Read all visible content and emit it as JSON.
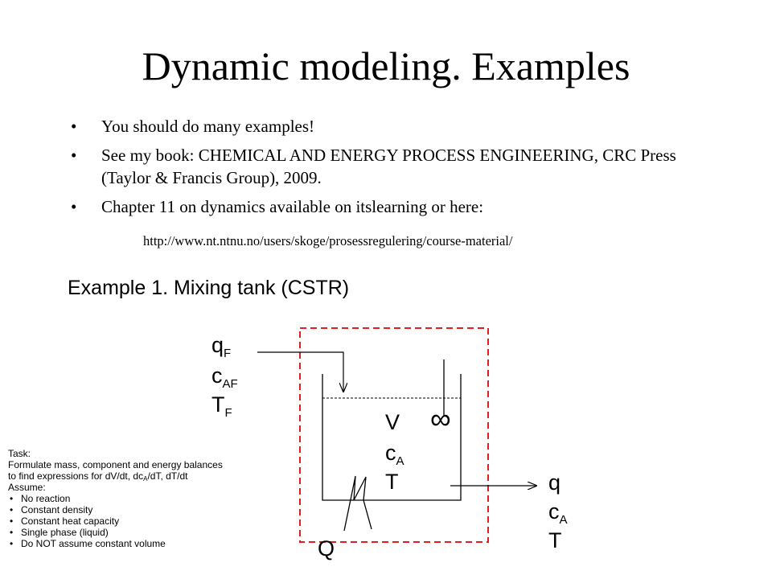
{
  "slide": {
    "title": "Dynamic modeling. Examples",
    "bullets": [
      "You should do many examples!",
      "See my book: CHEMICAL AND ENERGY PROCESS ENGINEERING, CRC Press (Taylor & Francis Group), 2009.",
      "Chapter 11 on dynamics available on itslearning or here:"
    ],
    "url": "http://www.nt.ntnu.no/users/skoge/prosessregulering/course-material/",
    "example_heading": "Example 1. Mixing tank (CSTR)"
  },
  "diagram": {
    "inlet": {
      "q": "q",
      "q_sub": "F",
      "c": "c",
      "c_sub": "AF",
      "t": "T",
      "t_sub": "F"
    },
    "tank": {
      "v": "V",
      "c": "c",
      "c_sub": "A",
      "t": "T",
      "mixer_symbol": "∞"
    },
    "outlet": {
      "q": "q",
      "c": "c",
      "c_sub": "A",
      "t": "T"
    },
    "heat": "Q",
    "boundary_color": "#e02020"
  },
  "task": {
    "heading": "Task:",
    "line1": "Formulate mass, component and energy balances",
    "line2_a": "to find expressions for dV/dt, dc",
    "line2_sub": "A",
    "line2_b": "/dT, dT/dt",
    "assume": "Assume:",
    "assumptions": [
      "No reaction",
      "Constant density",
      "Constant heat capacity",
      "Single phase (liquid)",
      "Do NOT assume constant volume"
    ]
  }
}
